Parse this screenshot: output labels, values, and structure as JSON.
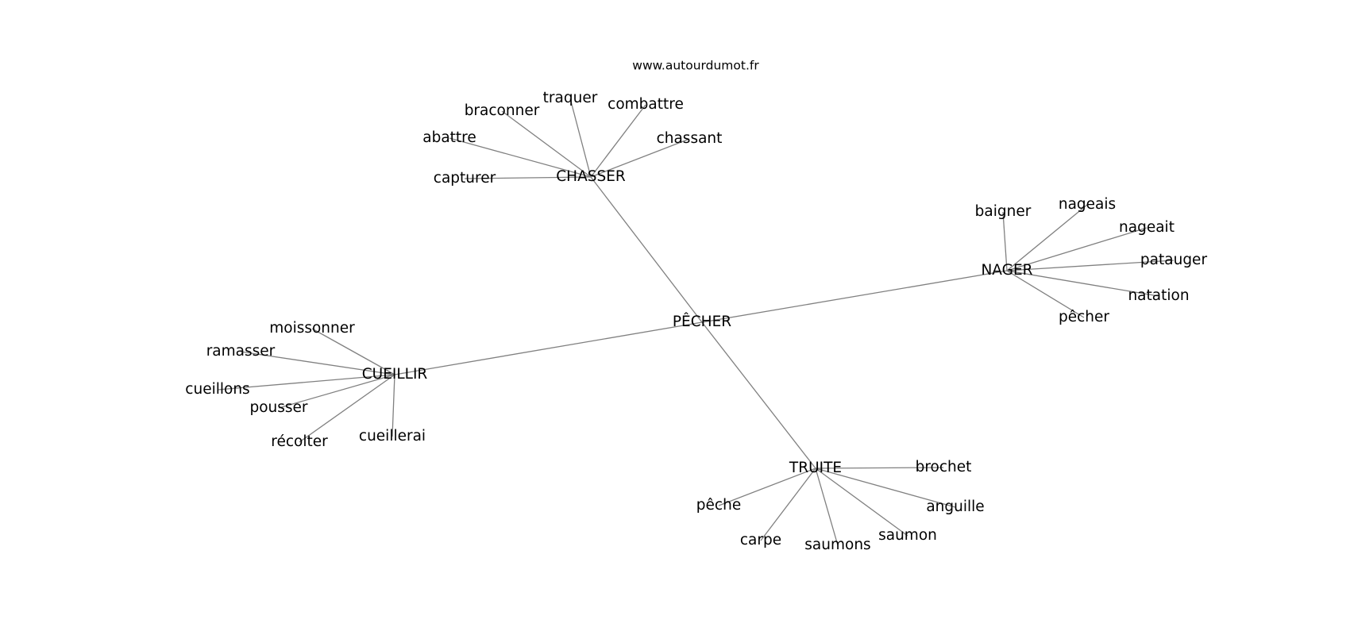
{
  "site": "www.autourdumot.fr",
  "center": "PÊCHER",
  "groups": [
    {
      "hub": "CHASSER",
      "leaves": [
        "capturer",
        "abattre",
        "braconner",
        "traquer",
        "combattre",
        "chassant"
      ]
    },
    {
      "hub": "NAGER",
      "leaves": [
        "baigner",
        "nageais",
        "nageait",
        "patauger",
        "natation",
        "pêcher"
      ]
    },
    {
      "hub": "CUEILLIR",
      "leaves": [
        "moissonner",
        "ramasser",
        "cueillons",
        "pousser",
        "récolter",
        "cueillerai"
      ]
    },
    {
      "hub": "TRUITE",
      "leaves": [
        "brochet",
        "anguille",
        "saumon",
        "saumons",
        "carpe",
        "pêche"
      ]
    }
  ]
}
